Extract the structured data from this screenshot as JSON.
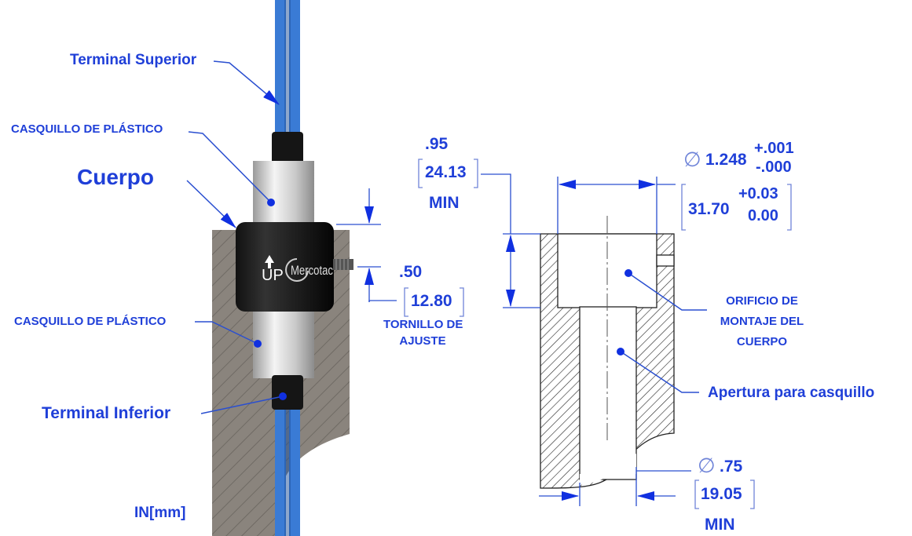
{
  "labels": {
    "terminal_superior": "Terminal Superior",
    "casquillo_top": "CASQUILLO DE PLÁSTICO",
    "cuerpo": "Cuerpo",
    "casquillo_bottom": "CASQUILLO DE PLÁSTICO",
    "terminal_inferior": "Terminal Inferior",
    "units": "IN[mm]",
    "tornillo_1": "TORNILLO DE",
    "tornillo_2": "AJUSTE",
    "orificio_1": "ORIFICIO DE",
    "orificio_2": "MONTAJE DEL",
    "orificio_3": "CUERPO",
    "apertura": "Apertura para casquillo"
  },
  "logo": {
    "up": "UP",
    "brand": "Mercotac"
  },
  "dimensions": {
    "height_in": ".95",
    "height_mm": "24.13",
    "height_note": "MIN",
    "screw_in": ".50",
    "screw_mm": "12.80",
    "bore_symbol": "∅",
    "bore_in": "1.248",
    "bore_tol_plus_in": "+.001",
    "bore_tol_minus_in": "-.000",
    "bore_mm": "31.70",
    "bore_tol_plus_mm": "+0.03",
    "bore_tol_minus_mm": "0.00",
    "aperture_symbol": "∅",
    "aperture_in": ".75",
    "aperture_mm": "19.05",
    "aperture_note": "MIN"
  },
  "colors": {
    "text": "#1f3fd8",
    "wire": "#3a7bd5",
    "line": "#2a4fd0"
  }
}
